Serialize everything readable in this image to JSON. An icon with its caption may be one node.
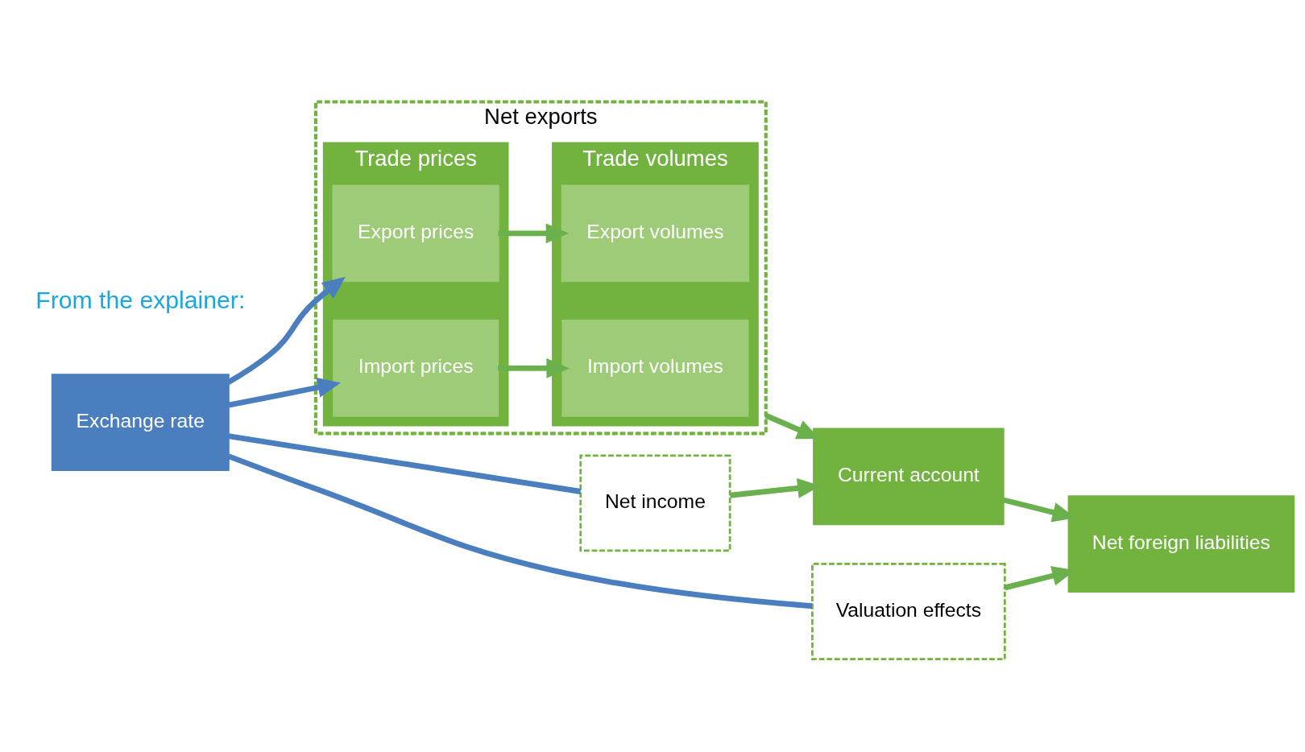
{
  "diagram": {
    "nodes": [
      {
        "text": [
          "Exchange rate"
        ]
      },
      {
        "text": [
          "Net exports"
        ]
      },
      {
        "text": [
          "Trade prices"
        ],
        "in": 1
      },
      {
        "text": [
          "Export prices"
        ],
        "in": 2
      },
      {
        "text": [
          "Import prices"
        ],
        "in": 2
      },
      {
        "text": [
          "Trade volumes"
        ],
        "in": 1
      },
      {
        "text": [
          "Export volumes"
        ],
        "in": 5
      },
      {
        "text": [
          "Import volumes"
        ],
        "in": 5
      },
      {
        "text": [
          "Current account"
        ]
      },
      {
        "text": [
          "Net foreign liabilities"
        ]
      },
      {
        "text": [
          "Net income"
        ]
      },
      {
        "text": [
          "Valuation effects"
        ]
      }
    ],
    "edges": [
      {
        "from": 0,
        "to": 3,
        "arrow": "to",
        "color": "#4a7ebf"
      },
      {
        "from": 0,
        "to": 4,
        "arrow": "to",
        "color": "#4a7ebf"
      },
      {
        "from": 3,
        "to": 6,
        "arrow": "to"
      },
      {
        "from": 4,
        "to": 7,
        "arrow": "to"
      },
      {
        "from": 1,
        "to": 8,
        "arrow": "to"
      },
      {
        "from": 8,
        "to": 9,
        "arrow": "to"
      },
      {
        "from": 0,
        "to": 10,
        "arrow": "none",
        "color": "#4a7ebf"
      },
      {
        "from": 10,
        "to": 8,
        "arrow": "to"
      },
      {
        "from": 0,
        "to": 11,
        "arrow": "none",
        "color": "#4a7ebf"
      },
      {
        "from": 11,
        "to": 9,
        "arrow": "to"
      }
    ],
    "labels": [
      "From the explainer:"
    ]
  }
}
